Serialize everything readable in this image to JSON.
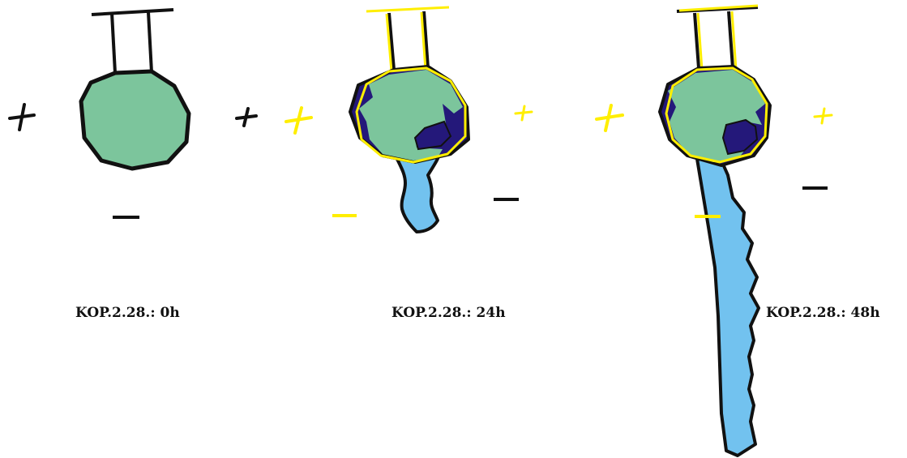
{
  "colors": {
    "outline": "#111111",
    "marker_yellow": "#ffee00",
    "body_green": "#7cc59c",
    "growth_dark": "#24187a",
    "tail_blue": "#72c2ef",
    "background": "#ffffff"
  },
  "panels": [
    {
      "caption": "KOP.2.28.: 0h",
      "time_hours": 0
    },
    {
      "caption": "KOP.2.28.: 24h",
      "time_hours": 24
    },
    {
      "caption": "KOP.2.28.: 48h",
      "time_hours": 48
    }
  ]
}
